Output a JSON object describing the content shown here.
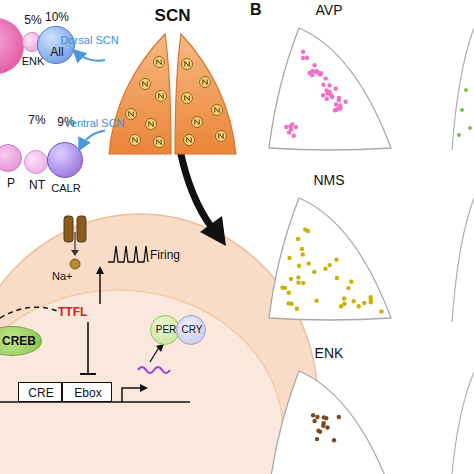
{
  "diagram": {
    "nodes": [
      {
        "text": [
          "5%",
          "ENK"
        ]
      },
      {
        "text": [
          "10%",
          "All"
        ]
      },
      {
        "text": [
          "SCN"
        ]
      },
      {
        "text": [
          "P"
        ]
      },
      {
        "text": [
          "7%",
          "NT"
        ]
      },
      {
        "text": [
          "9%",
          "CALR"
        ]
      },
      {
        "text": [
          "CREB"
        ]
      },
      {
        "text": [
          "PER"
        ]
      },
      {
        "text": [
          "CRY"
        ]
      },
      {
        "text": [
          "CRE"
        ]
      },
      {
        "text": [
          "Ebox"
        ]
      },
      {
        "text": [
          "AVP"
        ]
      },
      {
        "text": [
          "NMS"
        ]
      },
      {
        "text": [
          "ENK"
        ]
      }
    ],
    "edges": [
      {
        "from": 2,
        "to": 1,
        "label": "Dorsal SCN",
        "arrow": "to"
      },
      {
        "from": 2,
        "to": 5,
        "label": "Ventral SCN",
        "arrow": "to"
      }
    ],
    "labels": [
      "B",
      "Na+",
      "Firing",
      "TTFL"
    ]
  }
}
